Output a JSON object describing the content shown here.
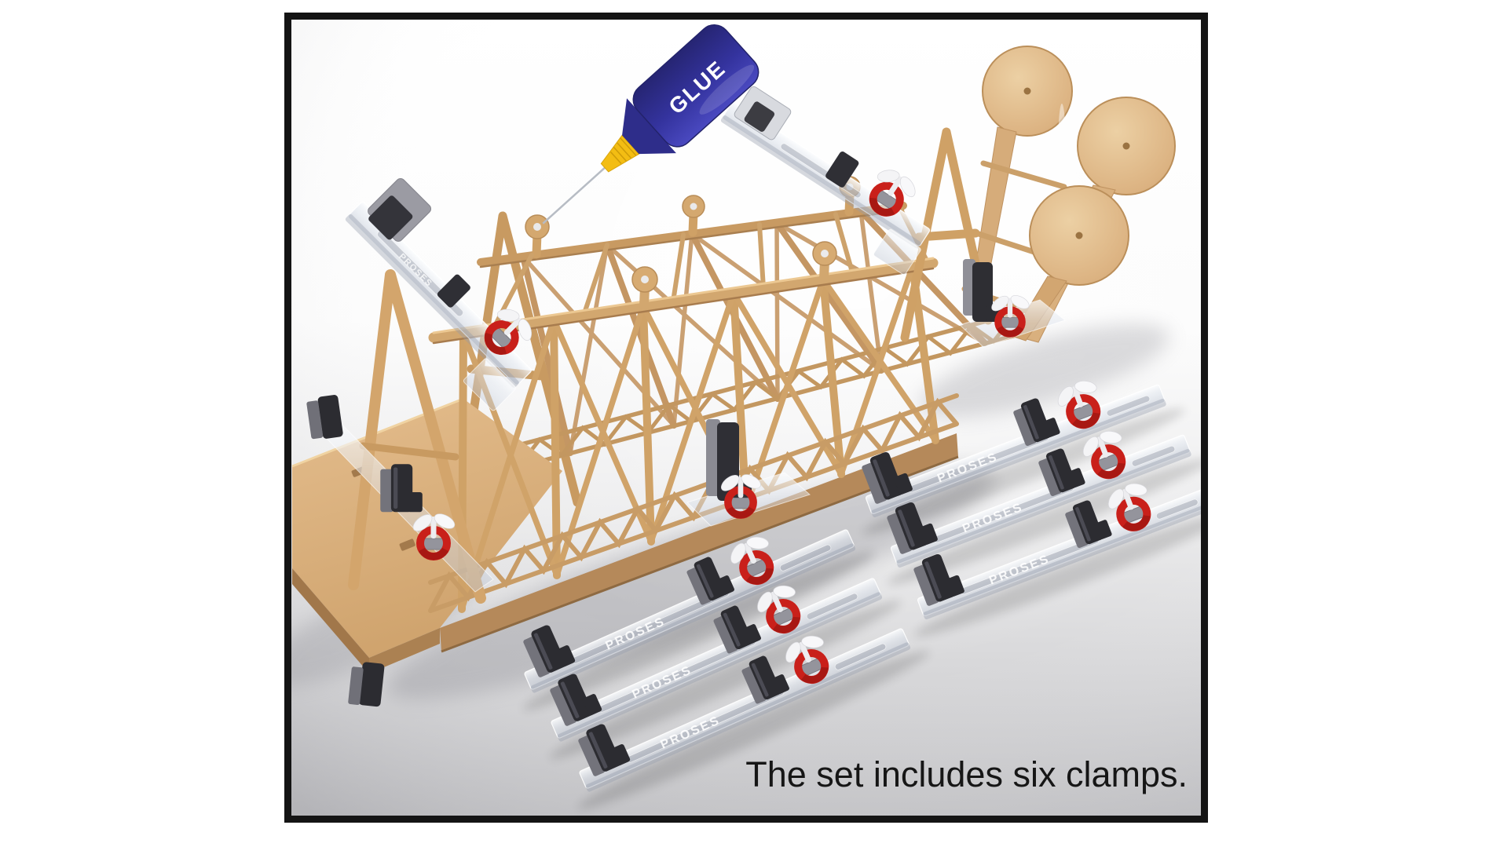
{
  "scene": {
    "caption": "The set includes six clamps.",
    "glue_bottle_label": "GLUE",
    "clamp_brand": "PROSES",
    "clamp_count": 6,
    "subject": "wooden truss bridge model held by assembly clamps",
    "colors": {
      "frame_border": "#141414",
      "floor_gray": "#c6c6c8",
      "wood_tan": "#d2a76f",
      "wood_dark": "#b5895a",
      "bottle_blue": "#34339e",
      "nozzle_yellow": "#f3bd13",
      "wingnut_red": "#c9201a",
      "wingnut_white": "#f4f4f6",
      "jaw_dark": "#2c2c31",
      "acrylic_clear": "#e8edf4"
    }
  }
}
